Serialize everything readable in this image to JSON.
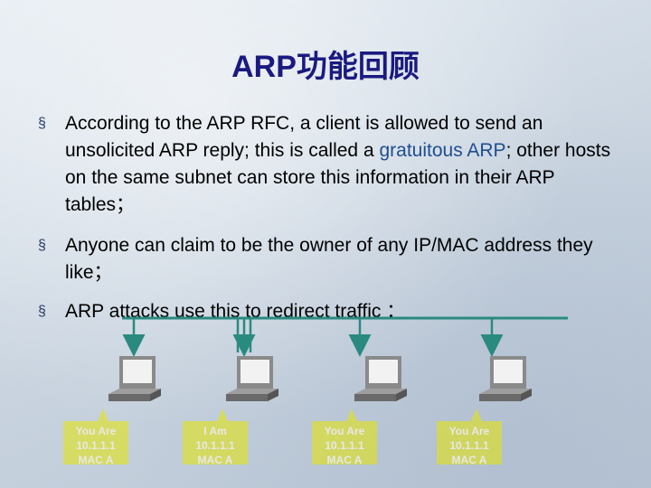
{
  "slide": {
    "title": "ARP功能回顾",
    "bullet_symbol": "§",
    "bullets": [
      {
        "before": "According to the ARP RFC, a client is allowed to send an unsolicited ARP reply; this is called a ",
        "highlight": "gratuitous ARP",
        "after": "; other hosts on the same subnet can store this information in their ARP tables；"
      },
      {
        "text": "Anyone can claim to be the owner of any IP/MAC address they like；"
      },
      {
        "text": "ARP attacks use this to redirect traffic ："
      }
    ]
  },
  "diagram": {
    "callouts": [
      {
        "line1": "You Are",
        "line2": "10.1.1.1",
        "line3": "MAC A"
      },
      {
        "line1": "I Am",
        "line2": "10.1.1.1",
        "line3": "MAC A"
      },
      {
        "line1": "You Are",
        "line2": "10.1.1.1",
        "line3": "MAC A"
      },
      {
        "line1": "You Are",
        "line2": "10.1.1.1",
        "line3": "MAC A"
      }
    ],
    "colors": {
      "network_line": "#2a8a80",
      "callout_fill": "#e6e600",
      "title": "#1a1a80"
    }
  }
}
